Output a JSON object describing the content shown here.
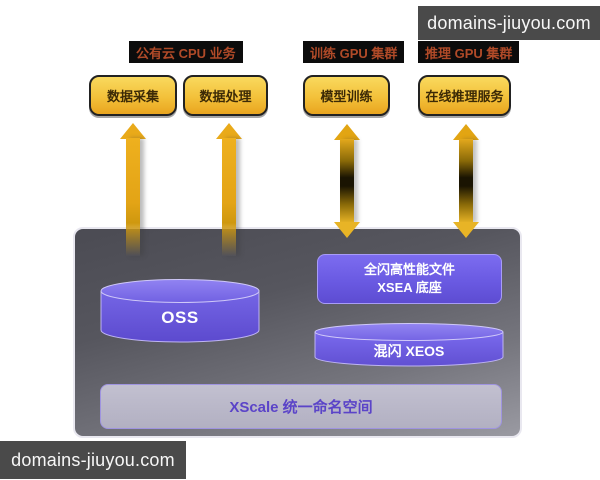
{
  "watermark": {
    "text": "domains-jiuyou.com"
  },
  "groups": [
    {
      "label": "公有云 CPU 业务"
    },
    {
      "label": "训练 GPU 集群"
    },
    {
      "label": "推理 GPU 集群"
    }
  ],
  "task_boxes": [
    {
      "label": "数据采集"
    },
    {
      "label": "数据处理"
    },
    {
      "label": "模型训练"
    },
    {
      "label": "在线推理服务"
    }
  ],
  "platform": {
    "oss_label": "OSS",
    "xsea_line1": "全闪高性能文件",
    "xsea_line2": "XSEA 底座",
    "xeos_label": "混闪 XEOS",
    "xscale_label": "XScale 统一命名空间"
  },
  "colors": {
    "watermark_bg": "#4a4a4a",
    "group_label_text": "#b04a28",
    "group_label_bg": "#0c0c0c",
    "task_box_top": "#f9d95e",
    "task_box_bottom": "#e9a51f",
    "arrow_gold": "#e9aa1a",
    "platform_dark": "#4b4b53",
    "platform_light": "#9a9aa2",
    "purple_light": "#8a7cf0",
    "purple_dark": "#5d4cd2",
    "xscale_text": "#5b44c8"
  }
}
